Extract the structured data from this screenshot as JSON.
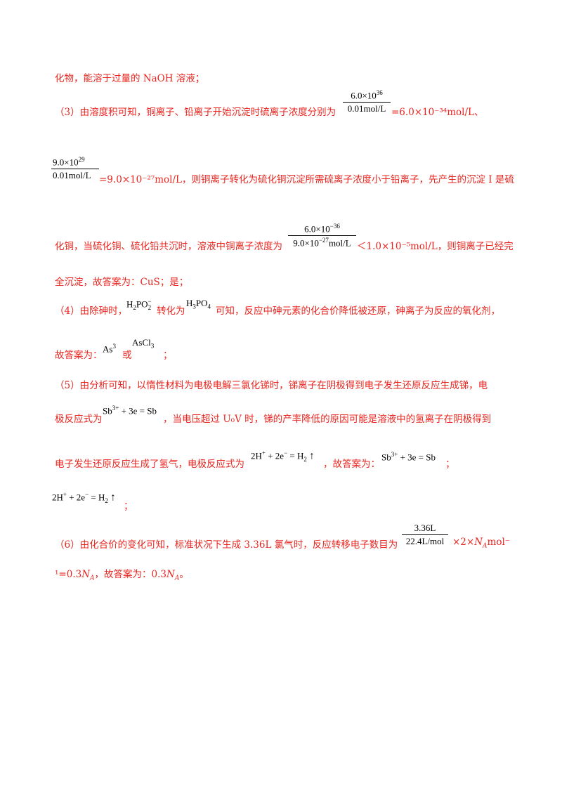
{
  "lines": {
    "l1": "化物，能溶于过量的 NaOH 溶液；",
    "l2_pre": "（3）由溶度积可知，铜离子、铅离子开始沉淀时硫离子浓度分别为",
    "l2_post": "=6.0×10⁻³⁴mol/L、",
    "l3_post": "=9.0×10⁻²⁷mol/L，则铜离子转化为硫化铜沉淀所需硫离子浓度小于铅离子，先产生的沉淀 I 是硫",
    "l4_pre": "化铜，当硫化铜、硫化铅共沉时，溶液中铜离子浓度为",
    "l4_post": "＜1.0×10⁻⁵mol/L，则铜离子已经完",
    "l5": "全沉淀，故答案为：CuS；是；",
    "l6_a": "（4）由除砷时，",
    "l6_b": "转化为",
    "l6_c": "可知，反应中砷元素的化合价降低被还原，砷离子为反应的氧化剂，",
    "l7_a": "故答案为：",
    "l7_b": "或",
    "l7_c": "；",
    "l8": "（5）由分析可知，以惰性材料为电极电解三氯化锑时，锑离子在阴极得到电子发生还原反应生成锑，电",
    "l9_a": "极反应式为",
    "l9_b": "，当电压超过 U₀V 时，锑的产率降低的原因可能是溶液中的氢离子在阴极得到",
    "l10_a": "电子发生还原反应生成了氢气，电极反应式为",
    "l10_b": "，故答案为：",
    "l10_c": "；",
    "l11_c": "；",
    "l12_a": "（6）由化合价的变化可知，标准状况下生成 3.36L 氯气时，反应转移电子数目为",
    "l12_b": "×2×",
    "l12_na": "N",
    "l12_nasub": "A",
    "l12_c": "mol⁻",
    "l13_a": "¹=0.3",
    "l13_b": "，故答案为：0.3",
    "l13_c": "。"
  },
  "fractions": {
    "f1_num": "6.0×10",
    "f1_num_sup": "36",
    "f1_den": "0.01mol/L",
    "f2_num": "9.0×10",
    "f2_num_sup": "29",
    "f2_den": "0.01mol/L",
    "f3_num": "6.0×10",
    "f3_num_sup": "−36",
    "f3_den": "9.0×10",
    "f3_den_sup": "−27",
    "f3_den_tail": "mol/L",
    "f4_num": "3.36L",
    "f4_den": "22.4L/mol"
  },
  "formulas": {
    "h2po2": "H",
    "h2po2_s1": "2",
    "h2po2_m": "PO",
    "h2po2_sup": "−",
    "h2po2_sub": "2",
    "h3po4": "H",
    "h3po4_s1": "3",
    "h3po4_m": "PO",
    "h3po4_s2": "4",
    "as3": "As",
    "as3_sup": "3",
    "ascl3": "AsCl",
    "ascl3_sub": "3",
    "sb_eq_a": "Sb",
    "sb_eq_sup": "3+",
    "sb_eq_b": " + 3e  = Sb",
    "h_eq_a": "2H",
    "h_eq_sup1": "+",
    "h_eq_b": " + 2e",
    "h_eq_sup2": "−",
    "h_eq_c": " = H",
    "h_eq_sub": "2",
    "h_eq_arrow": "↑"
  }
}
